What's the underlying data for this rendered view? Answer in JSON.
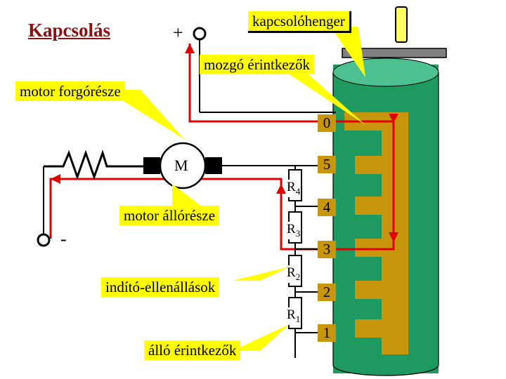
{
  "title": "Kapcsolás",
  "terminals": {
    "plus": "+",
    "minus": "-"
  },
  "motor_symbol": "M",
  "callouts": {
    "drum": "kapcsolóhenger",
    "moving_contacts": "mozgó érintkezők",
    "rotor": "motor forgórésze",
    "stator": "motor állórésze",
    "starting_resistors": "indító-ellenállások",
    "fixed_contacts": "álló érintkezők"
  },
  "contact_numbers": [
    "0",
    "5",
    "4",
    "3",
    "2",
    "1"
  ],
  "resistors": [
    {
      "letter": "R",
      "index": "4"
    },
    {
      "letter": "R",
      "index": "3"
    },
    {
      "letter": "R",
      "index": "2"
    },
    {
      "letter": "R",
      "index": "1"
    }
  ],
  "colors": {
    "title": "#8b1010",
    "callout_fill": "#ffff00",
    "drum": "#1e9a60",
    "contacts": "#c8960c",
    "current_path": "#e00000",
    "wire": "#000000"
  }
}
